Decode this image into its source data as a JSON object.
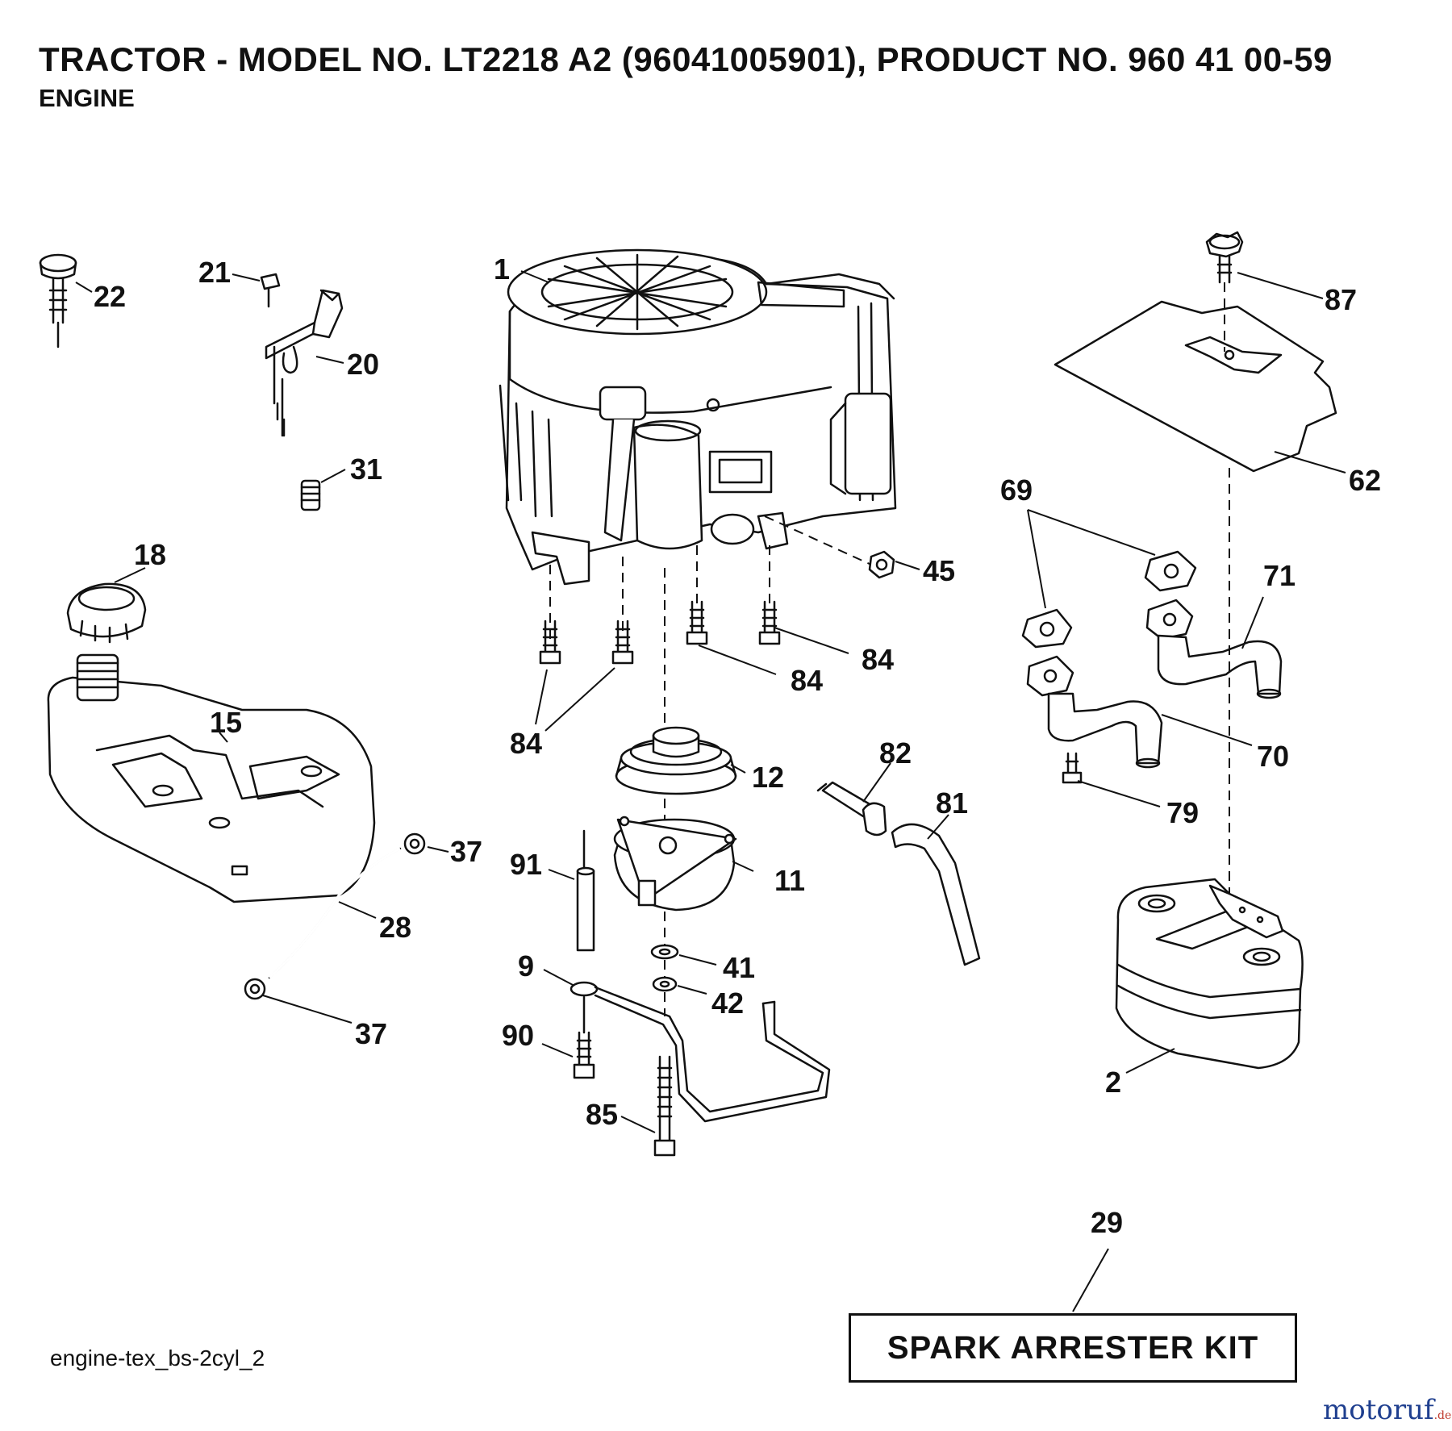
{
  "header": {
    "title": "TRACTOR - MODEL NO. LT2218 A2 (96041005901), PRODUCT NO. 960 41 00-59",
    "subtitle": "ENGINE"
  },
  "figure_id": "engine-tex_bs-2cyl_2",
  "spark_arrester": {
    "kit_label": "SPARK ARRESTER KIT",
    "callout": "29"
  },
  "watermark": {
    "text": "motoruf",
    "suffix": ".de"
  },
  "callouts": {
    "c1": "1",
    "c2": "2",
    "c9": "9",
    "c11": "11",
    "c12": "12",
    "c15": "15",
    "c18": "18",
    "c20": "20",
    "c21": "21",
    "c22": "22",
    "c28": "28",
    "c31": "31",
    "c37a": "37",
    "c37b": "37",
    "c41": "41",
    "c42": "42",
    "c45": "45",
    "c62": "62",
    "c69": "69",
    "c70": "70",
    "c71": "71",
    "c79": "79",
    "c81": "81",
    "c82": "82",
    "c84a": "84",
    "c84b": "84",
    "c84c": "84",
    "c85": "85",
    "c87": "87",
    "c90": "90",
    "c91": "91"
  }
}
